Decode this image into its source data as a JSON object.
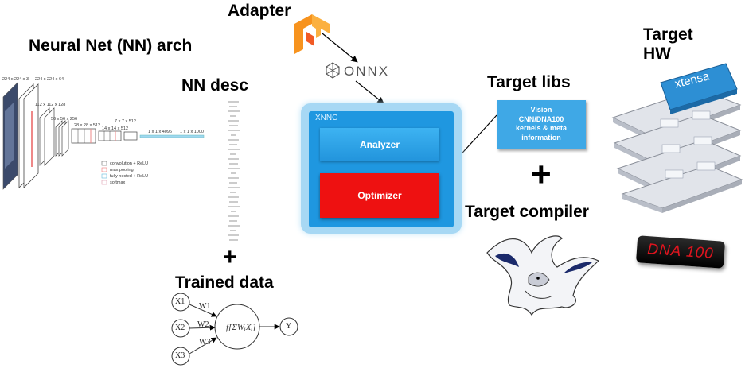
{
  "titles": {
    "nn_arch": "Neural Net (NN) arch",
    "nn_desc": "NN desc",
    "trained_data": "Trained data",
    "adapter": "Adapter",
    "target_libs": "Target libs",
    "target_compiler": "Target compiler",
    "target_hw": "Target\nHW"
  },
  "onnx_label": "ONNX",
  "xnnc": {
    "label": "XNNC",
    "analyzer": "Analyzer",
    "optimizer": "Optimizer"
  },
  "vision_box": {
    "text": "Vision\nCNN/DNA100\nkernels & meta\ninformation"
  },
  "plus_sign": "+",
  "vgg": {
    "labels": [
      "224 x 224 x 3",
      "224 x 224 x 64",
      "112 x 112 x 128",
      "56 x 56 x 256",
      "28 x 28 x 512",
      "14 x 14 x 512",
      "7 x 7 x 512",
      "1 x 1 x 4096",
      "1 x 1 x 1000"
    ],
    "legend": [
      "convolution + ReLU",
      "max pooling",
      "fully nected + ReLU",
      "softmax"
    ]
  },
  "perceptron": {
    "inputs": [
      "X1",
      "X2",
      "X3"
    ],
    "weights": [
      "W1",
      "W2",
      "W3"
    ],
    "output": "Y"
  },
  "hw": {
    "xtensa": "xtensa",
    "dna_badge": "DNA 100"
  }
}
